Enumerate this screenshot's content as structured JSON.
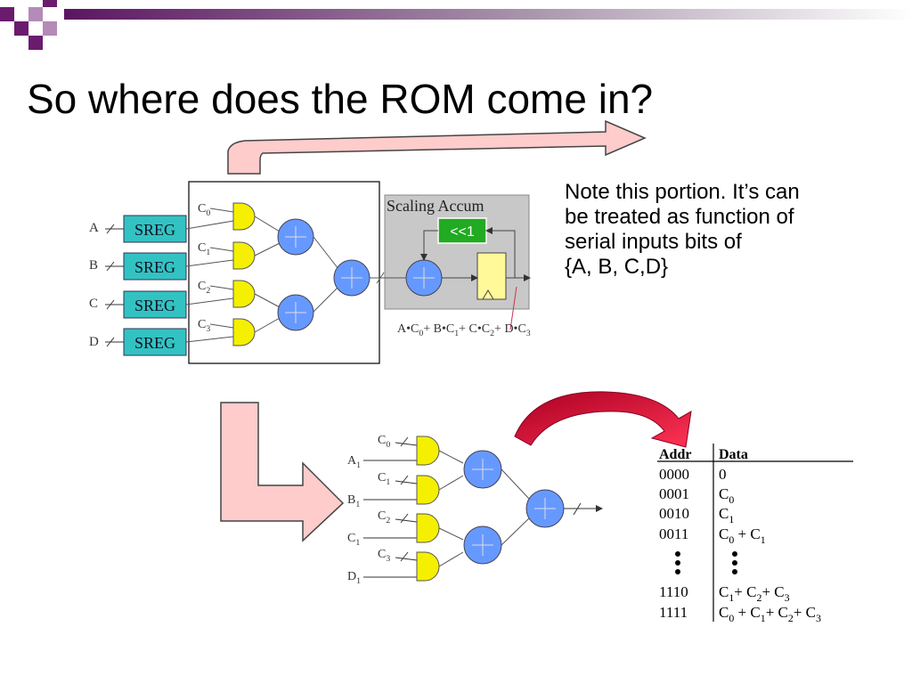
{
  "slide": {
    "title": "So where does the ROM come in?"
  },
  "note": {
    "lines": [
      "Note this portion.  It’s can",
      "be treated as function of",
      "serial inputs bits of",
      "{A, B, C,D}"
    ]
  },
  "top_circuit": {
    "inputs": [
      "A",
      "B",
      "C",
      "D"
    ],
    "sreg_label": "SREG",
    "coefficients": [
      "C0",
      "C1",
      "C2",
      "C3"
    ],
    "scaling_accum_label": "Scaling Accum",
    "shift_label": "<<1",
    "formula": "A•C0+ B•C1+ C•C2+ D•C3"
  },
  "bottom_circuit": {
    "inputs": [
      "A1",
      "B1",
      "C1",
      "D1"
    ],
    "coefficients": [
      "C0",
      "C1",
      "C2",
      "C3"
    ]
  },
  "rom_table": {
    "headers": [
      "Addr",
      "Data"
    ],
    "rows": [
      {
        "addr": "0000",
        "data": "0"
      },
      {
        "addr": "0001",
        "data": "C0"
      },
      {
        "addr": "0010",
        "data": "C1"
      },
      {
        "addr": "0011",
        "data": "C0 + C1"
      },
      {
        "addr": "1110",
        "data": "C1+ C2+ C3"
      },
      {
        "addr": "1111",
        "data": "C0 + C1+ C2+ C3"
      }
    ]
  },
  "colors": {
    "banner_purple": "#6a1b6e",
    "sreg_fill": "#33c2c2",
    "and_gate_fill": "#f5f000",
    "adder_fill": "#6699ff",
    "shift_fill": "#22aa22",
    "accum_bg": "#c8c8c8",
    "arrow_pink": "#ffcccc",
    "curved_arrow_red": "#cc0033"
  }
}
